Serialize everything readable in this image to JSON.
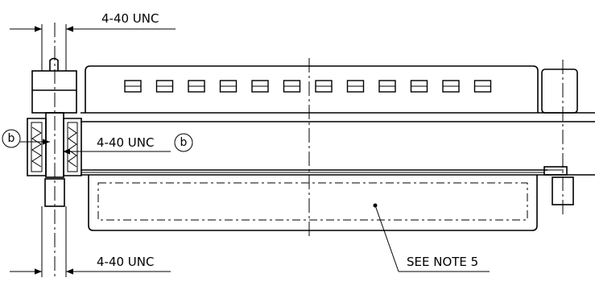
{
  "labels": {
    "thread_top": "4-40 UNC",
    "thread_middle": "4-40 UNC",
    "thread_bottom": "4-40 UNC",
    "note": "SEE NOTE 5",
    "callout_left": "b",
    "callout_middle": "b"
  },
  "slots": {
    "count": 12
  },
  "colors": {
    "ink": "#000000",
    "paper": "#ffffff"
  }
}
